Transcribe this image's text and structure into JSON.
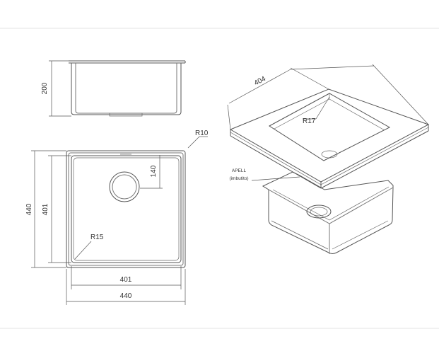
{
  "dimensions": {
    "side_height": "200",
    "outer_height": "440",
    "inner_height": "401",
    "drain_offset": "140",
    "inner_width": "401",
    "outer_width": "440",
    "outer_radius": "R10",
    "inner_radius": "R15",
    "iso_width": "404",
    "iso_radius": "R17"
  },
  "annotation": {
    "line1": "APELL",
    "line2": "(imbutito)"
  }
}
